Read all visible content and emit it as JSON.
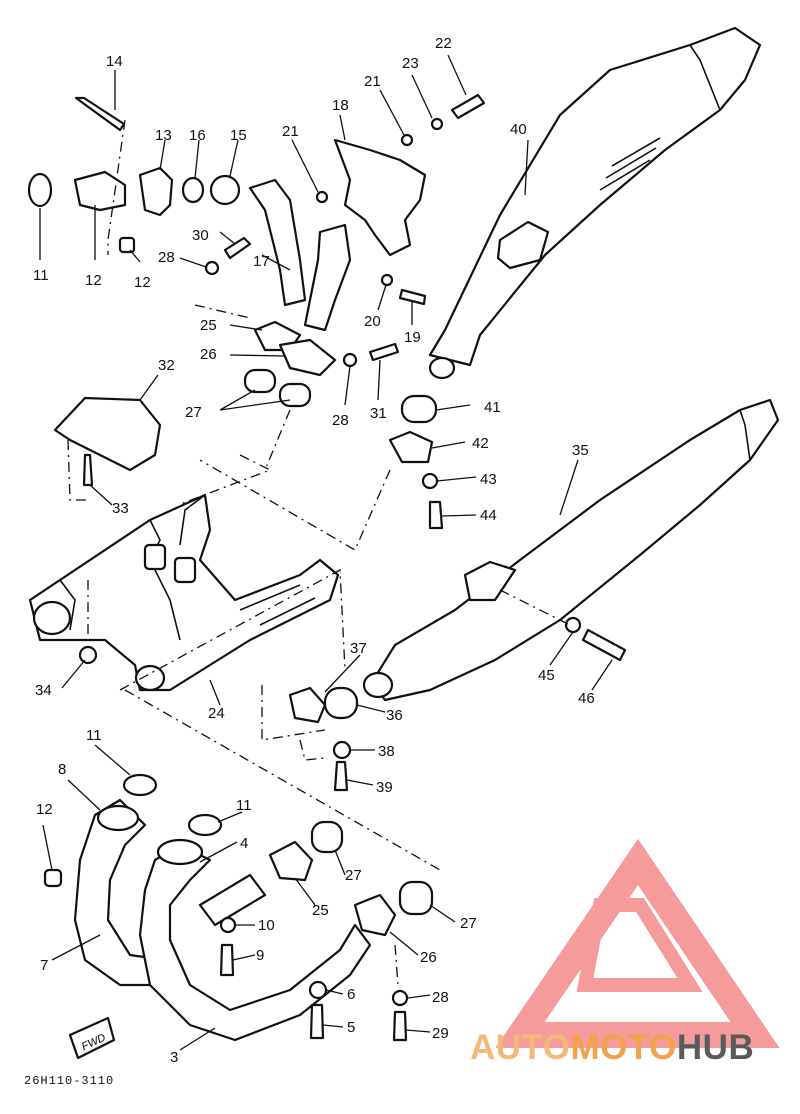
{
  "diagram": {
    "drawing_code": "26H110-3110",
    "fwd_mark": "FWD",
    "parts": [
      {
        "n": "3"
      },
      {
        "n": "4"
      },
      {
        "n": "5"
      },
      {
        "n": "6"
      },
      {
        "n": "7"
      },
      {
        "n": "8"
      },
      {
        "n": "9"
      },
      {
        "n": "10"
      },
      {
        "n": "11"
      },
      {
        "n": "12"
      },
      {
        "n": "13"
      },
      {
        "n": "14"
      },
      {
        "n": "15"
      },
      {
        "n": "16"
      },
      {
        "n": "17"
      },
      {
        "n": "18"
      },
      {
        "n": "19"
      },
      {
        "n": "20"
      },
      {
        "n": "21"
      },
      {
        "n": "22"
      },
      {
        "n": "23"
      },
      {
        "n": "24"
      },
      {
        "n": "25"
      },
      {
        "n": "26"
      },
      {
        "n": "27"
      },
      {
        "n": "28"
      },
      {
        "n": "29"
      },
      {
        "n": "30"
      },
      {
        "n": "31"
      },
      {
        "n": "32"
      },
      {
        "n": "33"
      },
      {
        "n": "34"
      },
      {
        "n": "35"
      },
      {
        "n": "36"
      },
      {
        "n": "37"
      },
      {
        "n": "38"
      },
      {
        "n": "39"
      },
      {
        "n": "40"
      },
      {
        "n": "41"
      },
      {
        "n": "42"
      },
      {
        "n": "43"
      },
      {
        "n": "44"
      },
      {
        "n": "45"
      },
      {
        "n": "46"
      }
    ]
  },
  "watermark": {
    "word_part1": "AUTO",
    "word_part2": "MOTO",
    "word_part3": "HUB",
    "colors": {
      "triangle": "#f58a8a",
      "part1": "#f4b87a",
      "part2": "#f4a24a",
      "part3": "#5a5a5a"
    }
  }
}
